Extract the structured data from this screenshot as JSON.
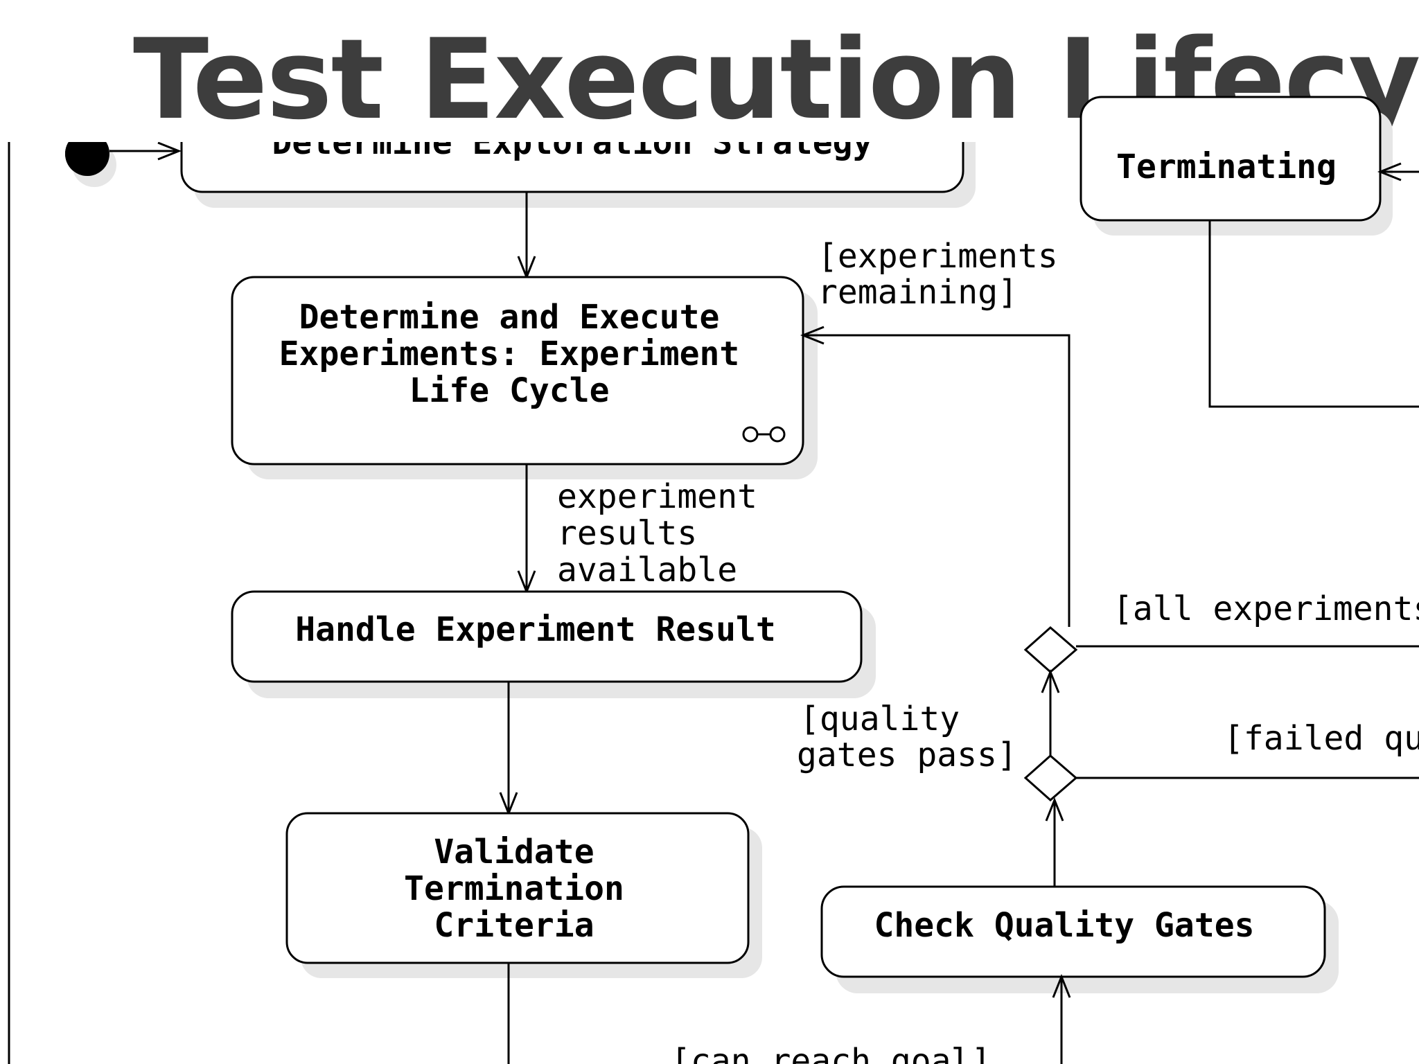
{
  "title": "Test Execution Lifecycle",
  "states": {
    "determine_exploration": [
      "Determine Exploration Strategy"
    ],
    "determine_execute": [
      "Determine and Execute",
      "Experiments: Experiment",
      "Life Cycle"
    ],
    "handle_result": [
      "Handle Experiment Result"
    ],
    "validate_termination": [
      "Validate",
      "Termination",
      "Criteria"
    ],
    "check_quality_gates": [
      "Check Quality Gates"
    ],
    "terminating": [
      "Terminating"
    ]
  },
  "guards": {
    "experiments_remaining": [
      "[experiments",
      "remaining]"
    ],
    "results_available": [
      "experiment",
      "results",
      "available"
    ],
    "all_experiments": [
      "[all experiments"
    ],
    "quality_gates_pass": [
      "[quality",
      "gates pass]"
    ],
    "failed_quality": [
      "[failed quality"
    ],
    "can_reach_goal": [
      "[can reach goal]"
    ]
  }
}
